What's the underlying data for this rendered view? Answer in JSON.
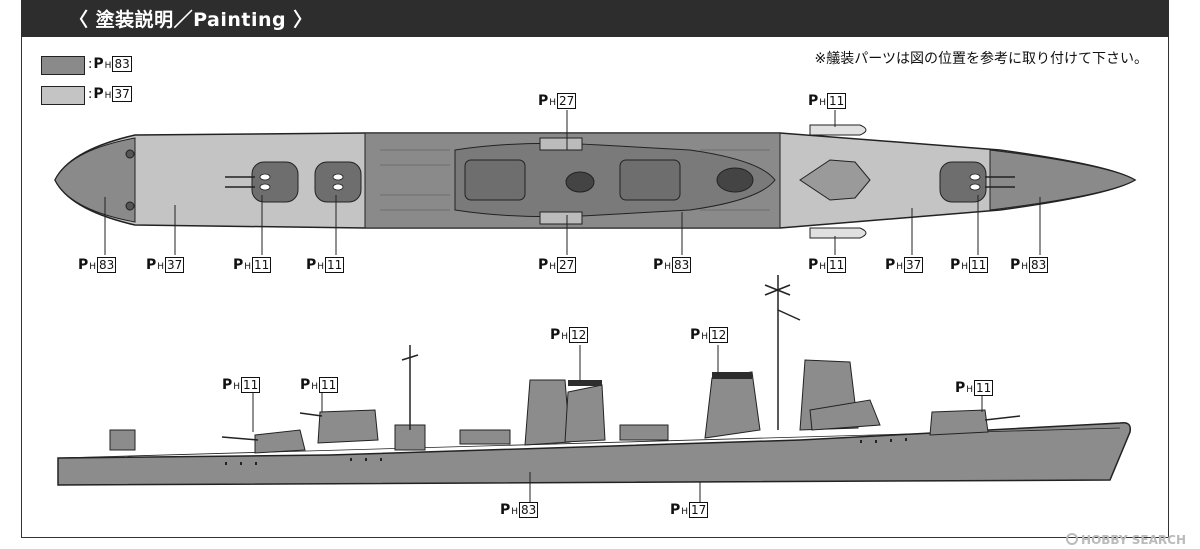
{
  "header": {
    "title": "〈 塗装説明／Painting 〉"
  },
  "note": "※艤装パーツは図の位置を参考に取り付けて下さい。",
  "colors": {
    "dark": "#8a8a8a",
    "light": "#c4c4c4",
    "hull": "#8c8c8c",
    "header": "#2d2d2d"
  },
  "legend": [
    {
      "code": "83",
      "color": "#8a8a8a"
    },
    {
      "code": "37",
      "color": "#c4c4c4"
    }
  ],
  "paint_prefix": {
    "p": "P",
    "h": "H"
  },
  "top_view": {
    "callouts_above": [
      "27",
      "11"
    ],
    "callouts_below": [
      "83",
      "37",
      "11",
      "11",
      "27",
      "83",
      "11",
      "37",
      "11",
      "83"
    ]
  },
  "side_view": {
    "callouts_above": [
      "12",
      "12",
      "11",
      "11",
      "11"
    ],
    "callouts_below": [
      "83",
      "17"
    ]
  },
  "watermark": "HOBBY SEARCH"
}
